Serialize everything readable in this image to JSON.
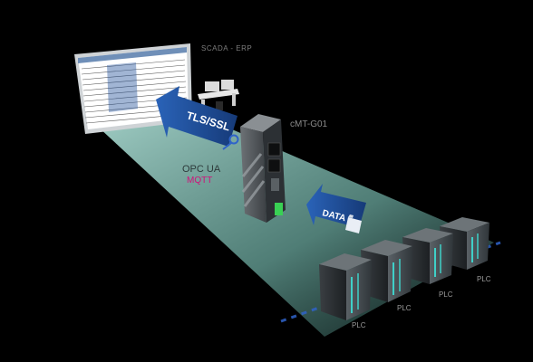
{
  "labels": {
    "scada": "SCADA - ERP",
    "device": "cMT-G01",
    "tls": "TLS/SSL",
    "opc": "OPC UA",
    "mqtt": "MQTT",
    "data": "DATA",
    "plc": "PLC"
  },
  "plcs": [
    "PLC",
    "PLC",
    "PLC",
    "PLC"
  ],
  "colors": {
    "background": "#000000",
    "floor": "#8fc7bd",
    "arrow_blue": "#1f4f9c",
    "mqtt_magenta": "#d0117a",
    "plc_led": "#3fd0c8",
    "device_led": "#39d154"
  },
  "icons": [
    "lock-icon",
    "folder-icon",
    "monitor-icon",
    "desk-workstation-icon",
    "gateway-device-icon",
    "plc-cabinet-icon"
  ]
}
